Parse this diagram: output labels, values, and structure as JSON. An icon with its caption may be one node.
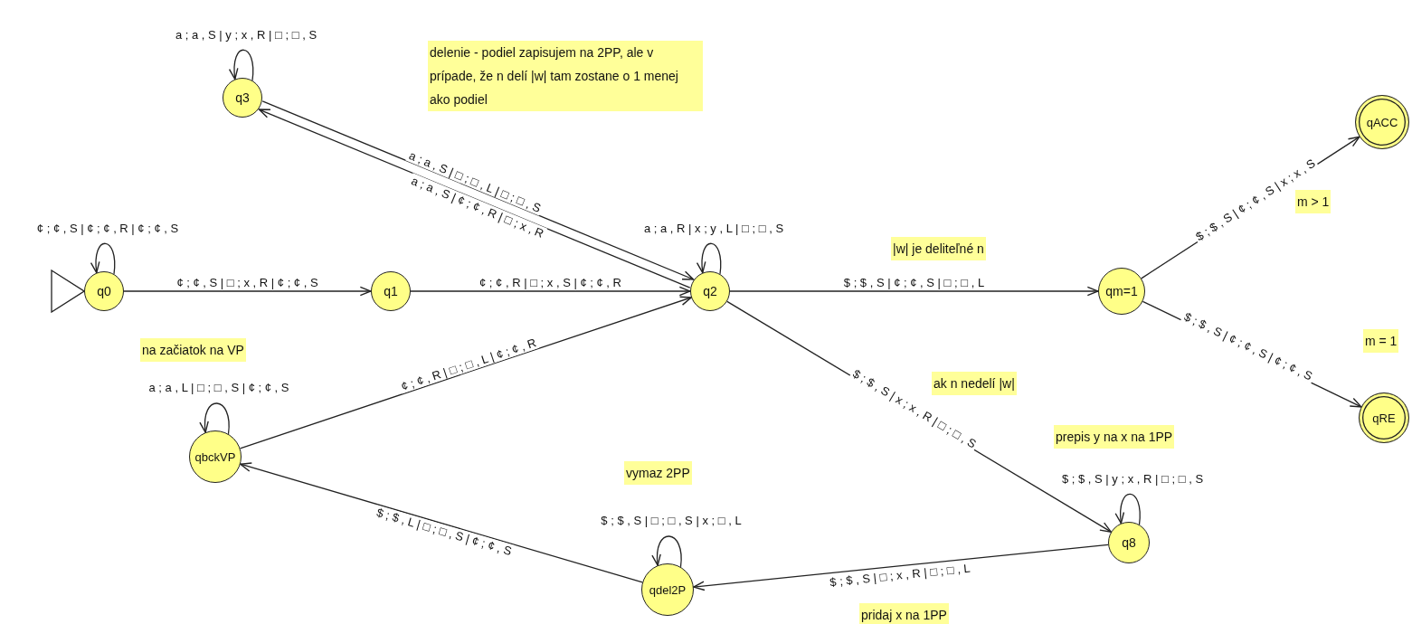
{
  "diagram": {
    "nodes": [
      {
        "text": [
          "q3"
        ]
      },
      {
        "text": [
          "q0"
        ]
      },
      {
        "text": [
          "q1"
        ]
      },
      {
        "text": [
          "q2"
        ]
      },
      {
        "text": [
          "qm=1"
        ]
      },
      {
        "text": [
          "qACC"
        ]
      },
      {
        "text": [
          "qRE"
        ]
      },
      {
        "text": [
          "qbckVP"
        ]
      },
      {
        "text": [
          "q8"
        ]
      },
      {
        "text": [
          "qdel2P"
        ]
      },
      {
        "text": [
          "delenie - podiel zapisujem na 2PP, ale v prípade, že n delí |w| tam zostane o 1 menej ako podiel"
        ]
      },
      {
        "text": [
          "|w| je deliteľné n"
        ]
      },
      {
        "text": [
          "m > 1"
        ]
      },
      {
        "text": [
          "m = 1"
        ]
      },
      {
        "text": [
          "na začiatok na VP"
        ]
      },
      {
        "text": [
          "ak n nedelí |w|"
        ]
      },
      {
        "text": [
          "prepis y na x na 1PP"
        ]
      },
      {
        "text": [
          "vymaz 2PP"
        ]
      },
      {
        "text": [
          "pridaj x na 1PP"
        ]
      }
    ],
    "edges": [
      {
        "from": null,
        "to": 1,
        "arrow": "to"
      },
      {
        "from": 1,
        "to": 1,
        "arrow": "to",
        "label": "¢ ; ¢ , S | ¢ ; ¢ , R | ¢ ; ¢ , S"
      },
      {
        "from": 1,
        "to": 2,
        "arrow": "to",
        "label": "¢ ; ¢ , S | □ ; x , R | ¢ ; ¢ , S"
      },
      {
        "from": 2,
        "to": 3,
        "arrow": "to",
        "label": "¢ ; ¢ , R | □ ; x , S | ¢ ; ¢ , R"
      },
      {
        "from": 0,
        "to": 0,
        "arrow": "to",
        "label": "a ; a , S | y ; x , R | □ ; □ , S"
      },
      {
        "from": 0,
        "to": 3,
        "arrow": "to",
        "label": "a ; a , S | □ ; □ , L | □ ; □ , S"
      },
      {
        "from": 3,
        "to": 0,
        "arrow": "to",
        "label": "a ; a , S | ¢ ; ¢ , R | □ ; x , R"
      },
      {
        "from": 3,
        "to": 3,
        "arrow": "to",
        "label": "a ; a , R | x ; y , L | □ ; □ , S"
      },
      {
        "from": 3,
        "to": 4,
        "arrow": "to",
        "label": "$ ; $ , S | ¢ ; ¢ , S | □ ; □ , L"
      },
      {
        "from": 3,
        "to": 8,
        "arrow": "to",
        "label": "$ ; $ , S | x ; x , R | □ ; □ , S"
      },
      {
        "from": 4,
        "to": 5,
        "arrow": "to",
        "label": "$ ; $ , S | ¢ ; ¢ , S | x ; x , S"
      },
      {
        "from": 4,
        "to": 6,
        "arrow": "to",
        "label": "$ ; $ , S | ¢ ; ¢ , S | ¢ ; ¢ , S"
      },
      {
        "from": 8,
        "to": 8,
        "arrow": "to",
        "label": "$ ; $ , S | y ; x , R | □ ; □ , S"
      },
      {
        "from": 8,
        "to": 9,
        "arrow": "to",
        "label": "$ ; $ , S | □ ; x , R | □ ; □ , L"
      },
      {
        "from": 9,
        "to": 9,
        "arrow": "to",
        "label": "$ ; $ , S | □ ; □ , S | x ; □ , L"
      },
      {
        "from": 9,
        "to": 7,
        "arrow": "to",
        "label": "$ ; $ , L | □ ; □ , S | ¢ ; ¢ , S"
      },
      {
        "from": 7,
        "to": 7,
        "arrow": "to",
        "label": "a ; a , L | □ ; □ , S | ¢ ; ¢ , S"
      },
      {
        "from": 7,
        "to": 3,
        "arrow": "to",
        "label": "¢ ; ¢ , R | □ ; □ , L | ¢ ; ¢ , R"
      }
    ]
  }
}
